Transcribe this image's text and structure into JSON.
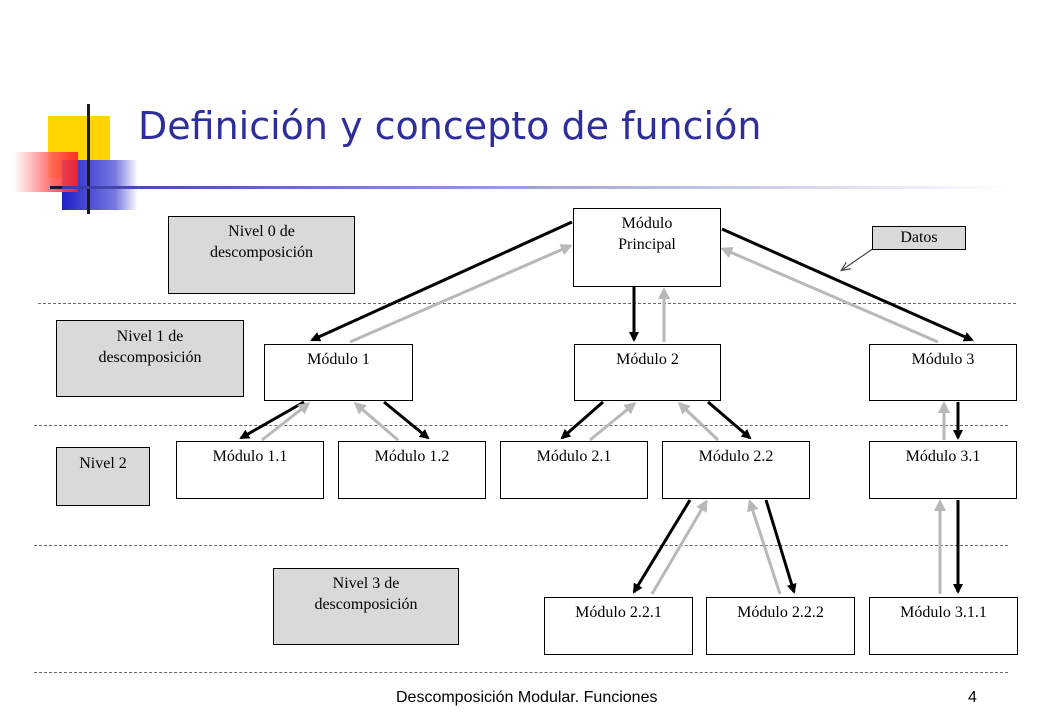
{
  "title": "Definición y concepto de función",
  "levels": {
    "nivel0": [
      "Nivel 0 de",
      "descomposición"
    ],
    "nivel1": [
      "Nivel 1 de",
      "descomposición"
    ],
    "nivel2": "Nivel 2",
    "nivel3": [
      "Nivel 3 de",
      "descomposición"
    ]
  },
  "datos_label": "Datos",
  "modules": {
    "principal": [
      "Módulo",
      "Principal"
    ],
    "m1": "Módulo 1",
    "m2": "Módulo 2",
    "m3": "Módulo 3",
    "m11": "Módulo 1.1",
    "m12": "Módulo 1.2",
    "m21": "Módulo 2.1",
    "m22": "Módulo 2.2",
    "m31": "Módulo 3.1",
    "m221": "Módulo 2.2.1",
    "m222": "Módulo 2.2.2",
    "m311": "Módulo 3.1.1"
  },
  "colors": {
    "call_arrow": "#000000",
    "return_arrow": "#b8b8b8",
    "level_box": "#d9d9d9",
    "title": "#2d2d9c"
  },
  "footer": {
    "text": "Descomposición Modular. Funciones",
    "page": "4"
  }
}
